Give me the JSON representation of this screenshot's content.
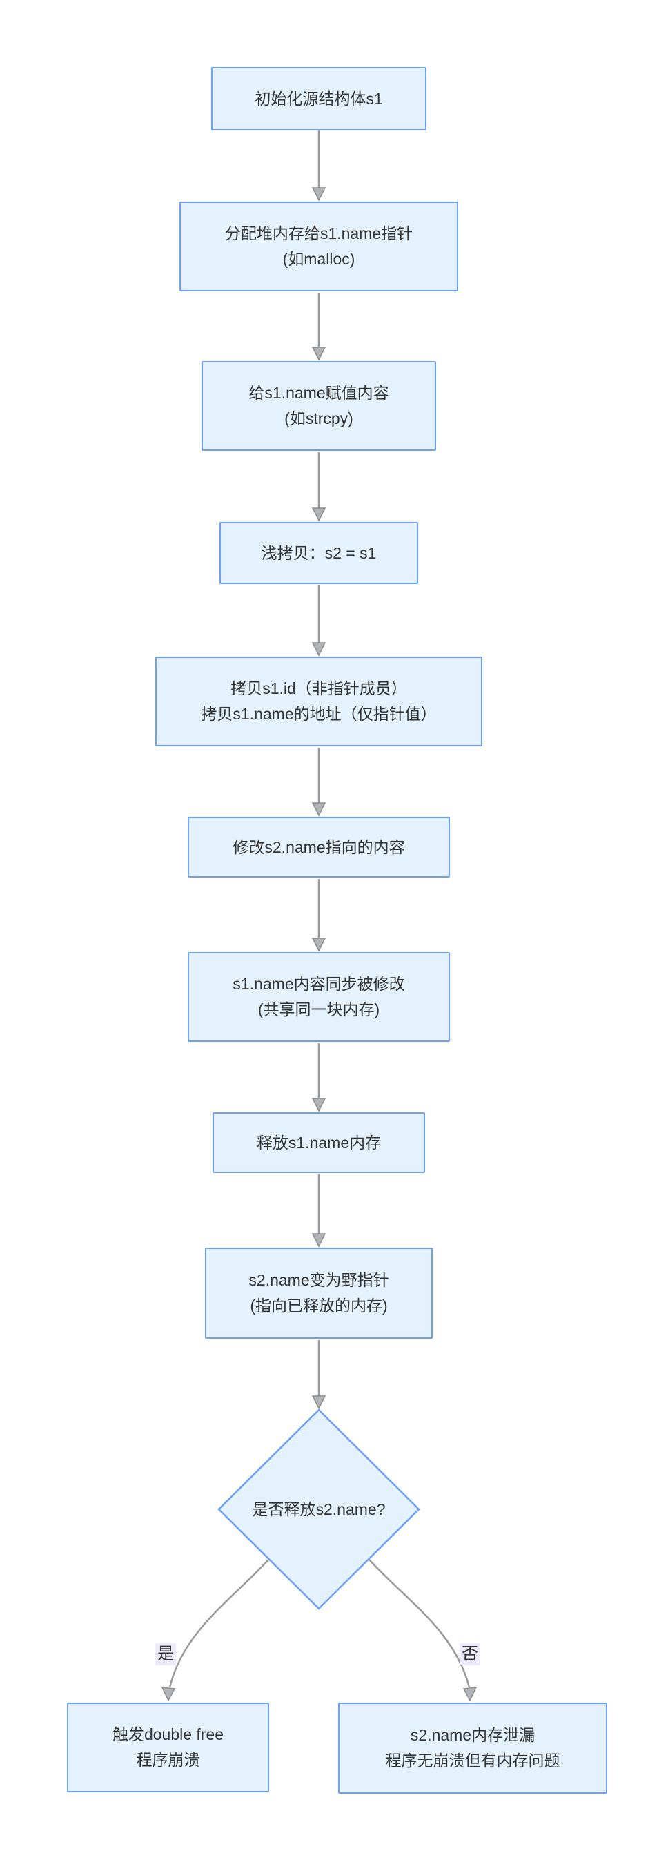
{
  "diagram": {
    "nodes": [
      {
        "id": "init",
        "lines": [
          "初始化源结构体s1"
        ]
      },
      {
        "id": "malloc",
        "lines": [
          "分配堆内存给s1.name指针",
          "(如malloc)"
        ]
      },
      {
        "id": "strcpy",
        "lines": [
          "给s1.name赋值内容",
          "(如strcpy)"
        ]
      },
      {
        "id": "shallow-copy",
        "lines": [
          "浅拷贝：s2 = s1"
        ]
      },
      {
        "id": "copy-members",
        "lines": [
          "拷贝s1.id（非指针成员）",
          "拷贝s1.name的地址（仅指针值）"
        ]
      },
      {
        "id": "modify-s2",
        "lines": [
          "修改s2.name指向的内容"
        ]
      },
      {
        "id": "sync-modify",
        "lines": [
          "s1.name内容同步被修改",
          "(共享同一块内存)"
        ]
      },
      {
        "id": "free-s1",
        "lines": [
          "释放s1.name内存"
        ]
      },
      {
        "id": "dangling",
        "lines": [
          "s2.name变为野指针",
          "(指向已释放的内存)"
        ]
      }
    ],
    "decision": {
      "label": "是否释放s2.name?"
    },
    "branches": {
      "yes_label": "是",
      "no_label": "否"
    },
    "outcomes": [
      {
        "id": "double-free",
        "lines": [
          "触发double free",
          "程序崩溃"
        ]
      },
      {
        "id": "memory-leak",
        "lines": [
          "s2.name内存泄漏",
          "程序无崩溃但有内存问题"
        ]
      }
    ],
    "colors": {
      "node_fill": "#e3f2fd",
      "node_border": "#6f9ff2",
      "edge": "#999999",
      "text": "#333333",
      "edge_label_bg": "#edeafc"
    }
  }
}
